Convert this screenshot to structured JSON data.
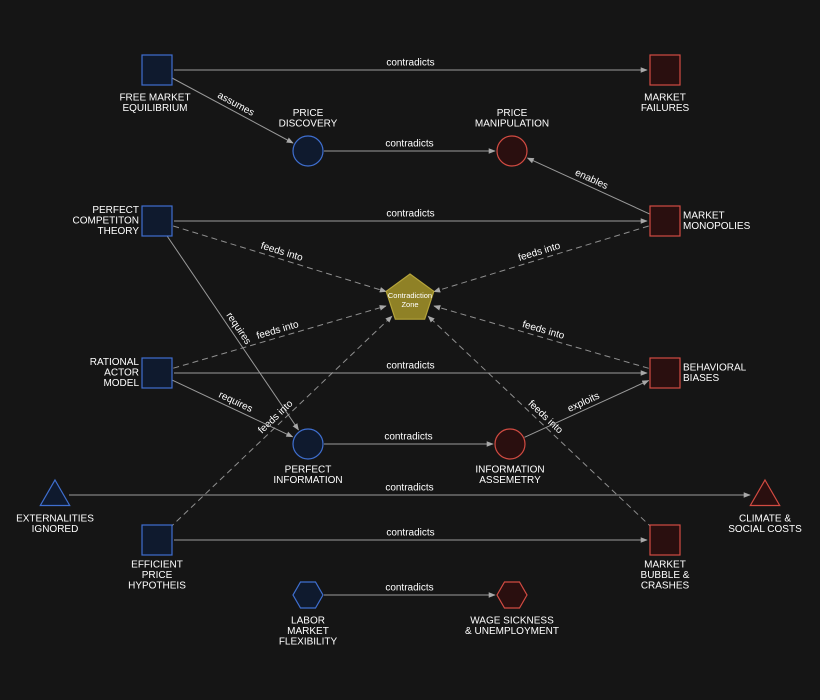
{
  "colors": {
    "background": "#151515",
    "blue_stroke": "#3f6fd0",
    "red_stroke": "#d24b42",
    "gold_fill": "#8f8126",
    "edge": "#9a9a9a"
  },
  "nodes": {
    "free_market": {
      "label": [
        "FREE MARKET",
        "EQUILIBRIUM"
      ],
      "shape": "square",
      "color": "blue"
    },
    "market_failures": {
      "label": [
        "MARKET",
        "FAILURES"
      ],
      "shape": "square",
      "color": "red"
    },
    "price_discovery": {
      "label": [
        "PRICE",
        "DISCOVERY"
      ],
      "shape": "circle",
      "color": "blue"
    },
    "price_manipulation": {
      "label": [
        "PRICE",
        "MANIPULATION"
      ],
      "shape": "circle",
      "color": "red"
    },
    "perfect_competition": {
      "label": [
        "PERFECT",
        "COMPETITON",
        "THEORY"
      ],
      "shape": "square",
      "color": "blue"
    },
    "market_monopolies": {
      "label": [
        "MARKET",
        "MONOPOLIES"
      ],
      "shape": "square",
      "color": "red"
    },
    "contradiction_zone": {
      "label": [
        "Contradiction",
        "Zone"
      ],
      "shape": "pentagon",
      "color": "gold"
    },
    "rational_actor": {
      "label": [
        "RATIONAL",
        "ACTOR",
        "MODEL"
      ],
      "shape": "square",
      "color": "blue"
    },
    "behavioral_biases": {
      "label": [
        "BEHAVIORAL",
        "BIASES"
      ],
      "shape": "square",
      "color": "red"
    },
    "perfect_information": {
      "label": [
        "PERFECT",
        "INFORMATION"
      ],
      "shape": "circle",
      "color": "blue"
    },
    "information_asymmetry": {
      "label": [
        "INFORMATION",
        "ASSEMETRY"
      ],
      "shape": "circle",
      "color": "red"
    },
    "externalities": {
      "label": [
        "EXTERNALITIES",
        "IGNORED"
      ],
      "shape": "triangle",
      "color": "blue"
    },
    "climate_costs": {
      "label": [
        "CLIMATE &",
        "SOCIAL COSTS"
      ],
      "shape": "triangle",
      "color": "red"
    },
    "efficient_price": {
      "label": [
        "EFFICIENT",
        "PRICE",
        "HYPOTHEIS"
      ],
      "shape": "square",
      "color": "blue"
    },
    "market_bubble": {
      "label": [
        "MARKET",
        "BUBBLE &",
        "CRASHES"
      ],
      "shape": "square",
      "color": "red"
    },
    "labor_flex": {
      "label": [
        "LABOR",
        "MARKET",
        "FLEXIBILITY"
      ],
      "shape": "hexagon",
      "color": "blue"
    },
    "wage_sickness": {
      "label": [
        "WAGE SICKNESS",
        "& UNEMPLOYMENT"
      ],
      "shape": "hexagon",
      "color": "red"
    }
  },
  "edges": [
    {
      "from": "free_market",
      "to": "market_failures",
      "label": "contradicts",
      "style": "solid"
    },
    {
      "from": "free_market",
      "to": "price_discovery",
      "label": "assumes",
      "style": "solid"
    },
    {
      "from": "price_discovery",
      "to": "price_manipulation",
      "label": "contradicts",
      "style": "solid"
    },
    {
      "from": "market_monopolies",
      "to": "price_manipulation",
      "label": "enables",
      "style": "solid"
    },
    {
      "from": "perfect_competition",
      "to": "market_monopolies",
      "label": "contradicts",
      "style": "solid"
    },
    {
      "from": "perfect_competition",
      "to": "contradiction_zone",
      "label": "feeds into",
      "style": "dashed"
    },
    {
      "from": "market_monopolies",
      "to": "contradiction_zone",
      "label": "feeds into",
      "style": "dashed"
    },
    {
      "from": "perfect_competition",
      "to": "perfect_information",
      "label": "requires",
      "style": "solid"
    },
    {
      "from": "rational_actor",
      "to": "contradiction_zone",
      "label": "feeds into",
      "style": "dashed"
    },
    {
      "from": "behavioral_biases",
      "to": "contradiction_zone",
      "label": "feeds into",
      "style": "dashed"
    },
    {
      "from": "efficient_price",
      "to": "contradiction_zone",
      "label": "feeds into",
      "style": "dashed"
    },
    {
      "from": "market_bubble",
      "to": "contradiction_zone",
      "label": "feeds into",
      "style": "dashed"
    },
    {
      "from": "rational_actor",
      "to": "behavioral_biases",
      "label": "contradicts",
      "style": "solid"
    },
    {
      "from": "rational_actor",
      "to": "perfect_information",
      "label": "requires",
      "style": "solid"
    },
    {
      "from": "perfect_information",
      "to": "information_asymmetry",
      "label": "contradicts",
      "style": "solid"
    },
    {
      "from": "information_asymmetry",
      "to": "behavioral_biases",
      "label": "exploits",
      "style": "solid"
    },
    {
      "from": "externalities",
      "to": "climate_costs",
      "label": "contradicts",
      "style": "solid"
    },
    {
      "from": "efficient_price",
      "to": "market_bubble",
      "label": "contradicts",
      "style": "solid"
    },
    {
      "from": "labor_flex",
      "to": "wage_sickness",
      "label": "contradicts",
      "style": "solid"
    }
  ]
}
